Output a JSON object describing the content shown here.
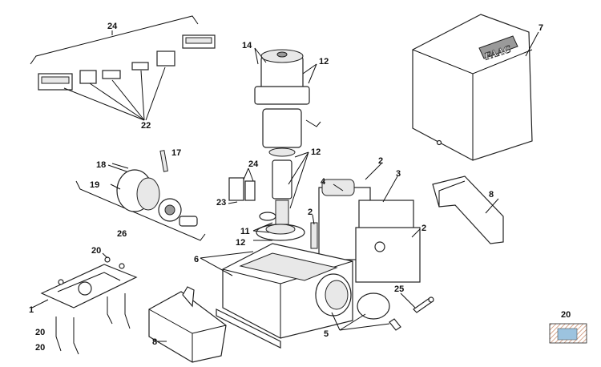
{
  "callouts": [
    {
      "id": "c24a",
      "text": "24"
    },
    {
      "id": "c22",
      "text": "22"
    },
    {
      "id": "c14",
      "text": "14"
    },
    {
      "id": "c12a",
      "text": "12"
    },
    {
      "id": "c7",
      "text": "7"
    },
    {
      "id": "c17",
      "text": "17"
    },
    {
      "id": "c18",
      "text": "18"
    },
    {
      "id": "c19",
      "text": "19"
    },
    {
      "id": "c26",
      "text": "26"
    },
    {
      "id": "c12b",
      "text": "12"
    },
    {
      "id": "c24b",
      "text": "24"
    },
    {
      "id": "c23",
      "text": "23"
    },
    {
      "id": "c4",
      "text": "4"
    },
    {
      "id": "c2a",
      "text": "2"
    },
    {
      "id": "c3",
      "text": "3"
    },
    {
      "id": "c8a",
      "text": "8"
    },
    {
      "id": "c2b",
      "text": "2"
    },
    {
      "id": "c2c",
      "text": "2"
    },
    {
      "id": "c11",
      "text": "11"
    },
    {
      "id": "c12c",
      "text": "12"
    },
    {
      "id": "c20a",
      "text": "20"
    },
    {
      "id": "c6",
      "text": "6"
    },
    {
      "id": "c1",
      "text": "1"
    },
    {
      "id": "c20b",
      "text": "20"
    },
    {
      "id": "c20c",
      "text": "20"
    },
    {
      "id": "c8b",
      "text": "8"
    },
    {
      "id": "c25",
      "text": "25"
    },
    {
      "id": "c5",
      "text": "5"
    },
    {
      "id": "c20d",
      "text": "20"
    }
  ],
  "logo_text": "FAAC",
  "colors": {
    "line": "#111111",
    "swatch_blue": "#9cc3df",
    "swatch_hatch": "#c98a6a"
  }
}
